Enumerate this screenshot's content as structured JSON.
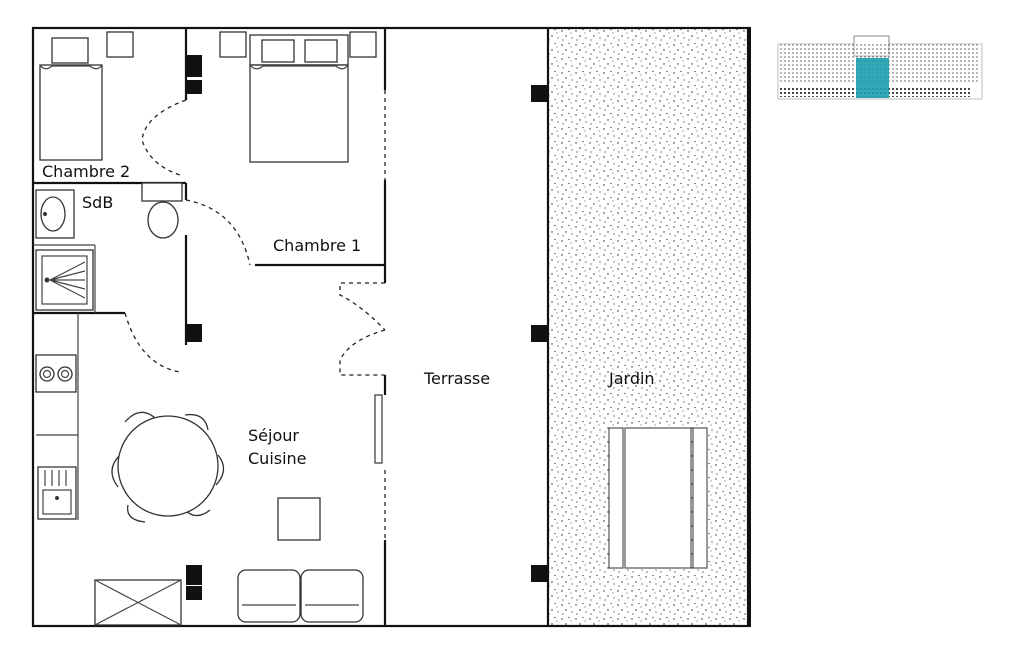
{
  "rooms": {
    "chambre2": "Chambre 2",
    "sdb": "SdB",
    "chambre1": "Chambre 1",
    "sejour_line1": "Séjour",
    "sejour_line2": "Cuisine",
    "terrasse": "Terrasse",
    "jardin": "Jardin"
  },
  "colors": {
    "wall": "#111111",
    "background": "#ffffff",
    "highlight": "#1a9fb0"
  }
}
